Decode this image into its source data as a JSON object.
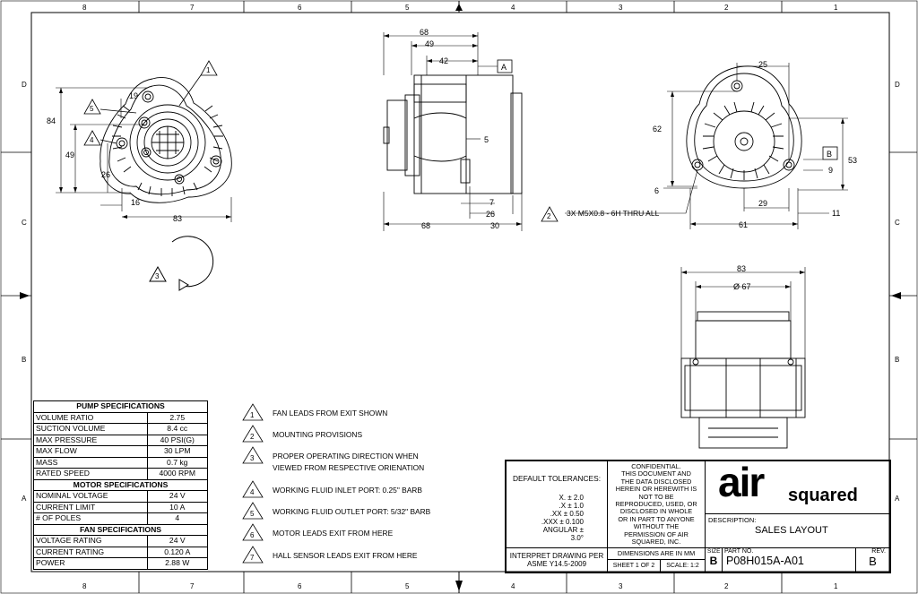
{
  "zones": {
    "top": [
      "8",
      "7",
      "6",
      "5",
      "4",
      "3",
      "2",
      "1"
    ],
    "bottom": [
      "8",
      "7",
      "6",
      "5",
      "4",
      "3",
      "2",
      "1"
    ],
    "rows": [
      "D",
      "C",
      "B",
      "A"
    ]
  },
  "dims": {
    "front_84": "84",
    "front_19": "19",
    "front_49": "49",
    "front_26": "26",
    "front_16": "16",
    "front_83": "83",
    "side_68_top": "68",
    "side_49": "49",
    "side_42": "42",
    "side_datum": "A",
    "side_5": "5",
    "side_7": "7",
    "side_26": "26",
    "side_68_bot": "68",
    "side_30": "30",
    "rear_25": "25",
    "rear_62": "62",
    "rear_datum": "B",
    "rear_53": "53",
    "rear_9": "9",
    "rear_6": "6",
    "rear_29": "29",
    "rear_11": "11",
    "rear_61": "61",
    "thread_note": "3X M5X0.8 - 6H THRU ALL",
    "bottom_83": "83",
    "bottom_dia": "Ø 67"
  },
  "callouts": {
    "c1": "1",
    "c2": "2",
    "c3": "3",
    "c4": "4",
    "c5": "5"
  },
  "specs": {
    "pump_title": "PUMP SPECIFICATIONS",
    "pump": [
      {
        "label": "VOLUME RATIO",
        "value": "2.75"
      },
      {
        "label": "SUCTION VOLUME",
        "value": "8.4 cc"
      },
      {
        "label": "MAX PRESSURE",
        "value": "40 PSI(G)"
      },
      {
        "label": "MAX FLOW",
        "value": "30 LPM"
      },
      {
        "label": "MASS",
        "value": "0.7 kg"
      },
      {
        "label": "RATED SPEED",
        "value": "4000 RPM"
      }
    ],
    "motor_title": "MOTOR SPECIFICATIONS",
    "motor": [
      {
        "label": "NOMINAL VOLTAGE",
        "value": "24 V"
      },
      {
        "label": "CURRENT LIMIT",
        "value": "10 A"
      },
      {
        "label": "# OF POLES",
        "value": "4"
      }
    ],
    "fan_title": "FAN SPECIFICATIONS",
    "fan": [
      {
        "label": "VOLTAGE RATING",
        "value": "24 V"
      },
      {
        "label": "CURRENT RATING",
        "value": "0.120 A"
      },
      {
        "label": "POWER",
        "value": "2.88 W"
      }
    ]
  },
  "notes": [
    {
      "num": "1",
      "text": "FAN LEADS FROM EXIT SHOWN"
    },
    {
      "num": "2",
      "text": "MOUNTING PROVISIONS"
    },
    {
      "num": "3",
      "text": "PROPER OPERATING DIRECTION WHEN",
      "text2": "VIEWED FROM RESPECTIVE ORIENATION"
    },
    {
      "num": "4",
      "text": "WORKING FLUID INLET PORT: 0.25\" BARB"
    },
    {
      "num": "5",
      "text": "WORKING FLUID OUTLET PORT: 5/32\" BARB"
    },
    {
      "num": "6",
      "text": "MOTOR LEADS EXIT FROM HERE"
    },
    {
      "num": "7",
      "text": "HALL SENSOR LEADS EXIT FROM HERE"
    }
  ],
  "title_block": {
    "tol_title": "DEFAULT TOLERANCES:",
    "tol_x": "X.  ± 2.0",
    "tol_x1": ".X  ± 1.0",
    "tol_x2": ".XX  ± 0.50",
    "tol_x3": ".XXX  ± 0.100",
    "tol_ang": "ANGULAR  ± 3.0°",
    "interp1": "INTERPRET DRAWING PER",
    "interp2": "ASME Y14.5-2009",
    "conf": [
      "CONFIDENTIAL.",
      "THIS DOCUMENT AND",
      "THE DATA DISCLOSED",
      "HEREIN OR HEREWITH IS",
      "NOT TO BE",
      "REPRODUCED, USED, OR",
      "DISCLOSED IN WHOLE",
      "OR IN PART TO ANYONE",
      "WITHOUT THE",
      "PERMISSION OF AIR",
      "SQUARED, INC."
    ],
    "dims_mm": "DIMENSIONS ARE IN MM",
    "sheet": "SHEET 1 OF 2",
    "scale": "SCALE: 1:2",
    "logo_main": "air",
    "logo_sub": "squared",
    "desc_label": "DESCRIPTION:",
    "desc_value": "SALES LAYOUT",
    "size_label": "SIZE",
    "size_value": "B",
    "part_label": "PART NO.",
    "part_value": "P08H015A-A01",
    "rev_label": "REV.",
    "rev_value": "B"
  }
}
